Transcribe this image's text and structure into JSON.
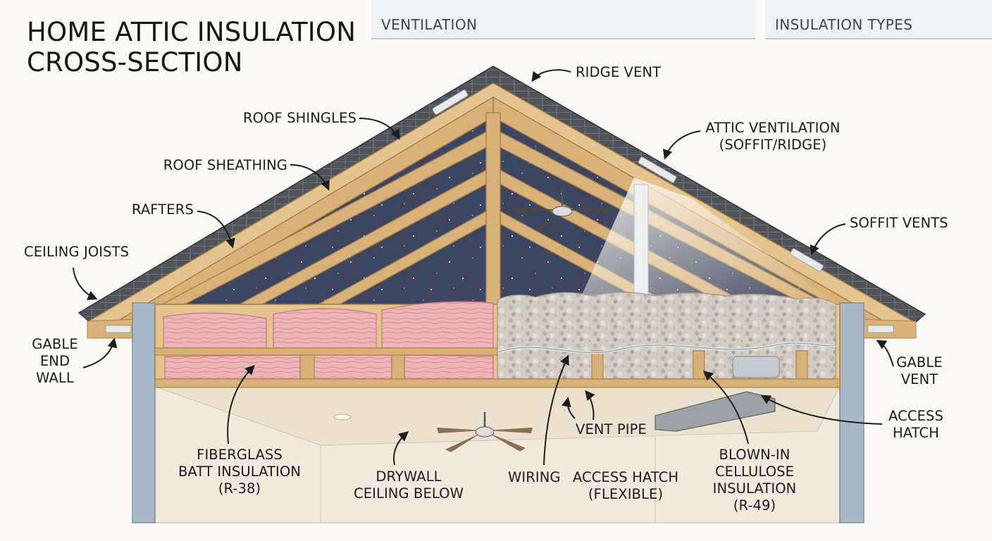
{
  "title": "HOME ATTIC INSULATION\nCROSS-SECTION",
  "panels": {
    "ventilation": "VENTILATION",
    "insulation_types": "INSULATION TYPES"
  },
  "labels": {
    "ridge_vent": "RIDGE VENT",
    "roof_shingles": "ROOF SHINGLES",
    "attic_ventilation": "ATTIC VENTILATION\n(SOFFIT/RIDGE)",
    "roof_sheathing": "ROOF SHEATHING",
    "rafters": "RAFTERS",
    "soffit_vents": "SOFFIT VENTS",
    "ceiling_joists": "CEILING JOISTS",
    "gable_end_wall": "GABLE\nEND\nWALL",
    "gable_vent": "GABLE\nVENT",
    "access_hatch_right": "ACCESS\nHATCH",
    "vent_pipe": "VENT PIPE",
    "fiberglass_batt": "FIBERGLASS\nBATT INSULATION\n(R-38)",
    "drywall_ceiling": "DRYWALL\nCEILING BELOW",
    "wiring": "WIRING",
    "access_hatch_flexible": "ACCESS HATCH\n(FLEXIBLE)",
    "blown_in_cellulose": "BLOWN-IN\nCELLULOSE\nINSULATION\n(R-49)"
  },
  "colors": {
    "shingle": "#4d5358",
    "timber": "#d9b27a",
    "timber_dark": "#b58a52",
    "night_sky": "#3d4660",
    "fiberglass": "#f0b5ba",
    "cellulose": "#d3ccc3",
    "wall_post": "#a9b8c6",
    "drywall": "#f2e9dc"
  }
}
